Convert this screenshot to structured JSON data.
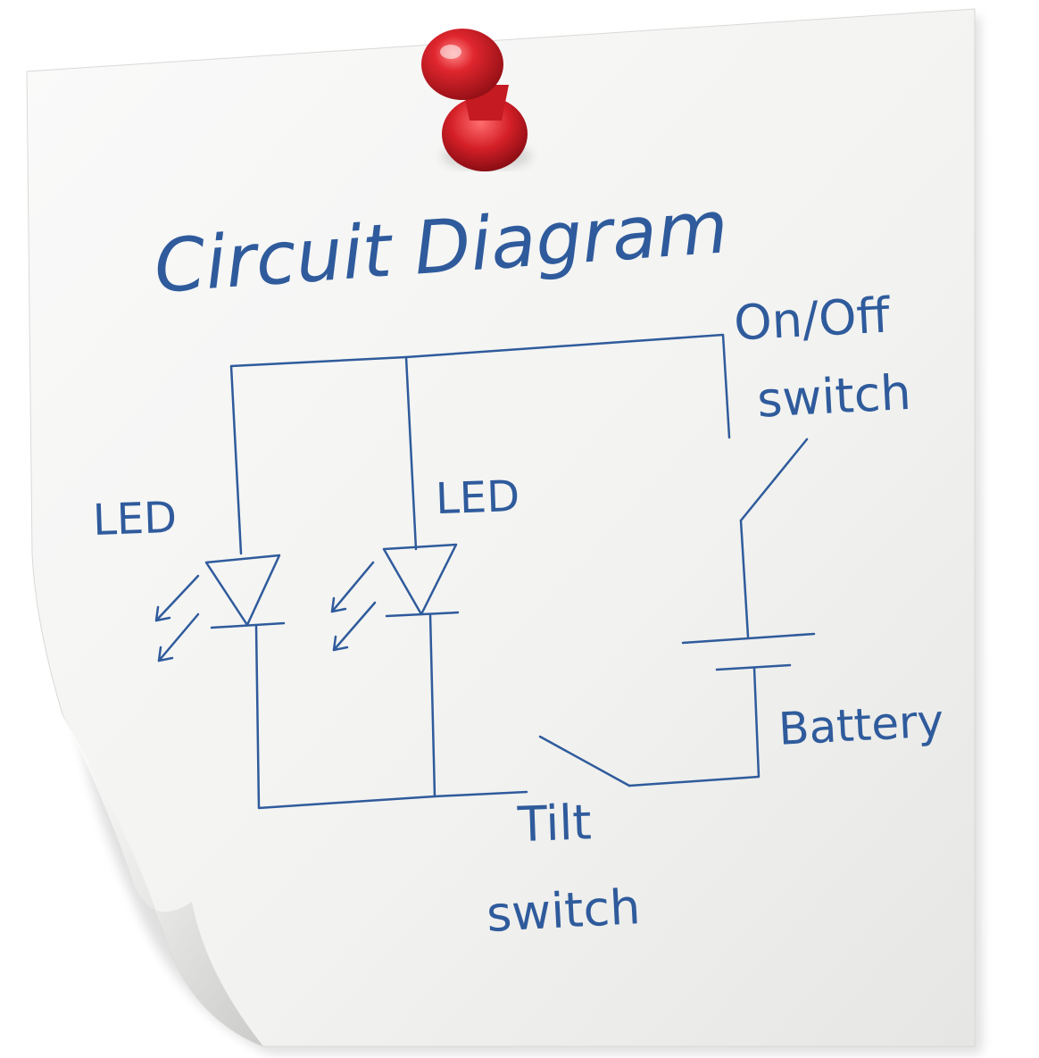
{
  "title": "Circuit Diagram",
  "labels": {
    "led_left": "LED",
    "led_middle": "LED",
    "on_off_line1": "On/Off",
    "on_off_line2": "switch",
    "battery": "Battery",
    "tilt_line1": "Tilt",
    "tilt_line2": "switch"
  },
  "colors": {
    "ink": "#2f5b9c",
    "pin": "#d4232b",
    "paper": "#f4f4f2"
  }
}
